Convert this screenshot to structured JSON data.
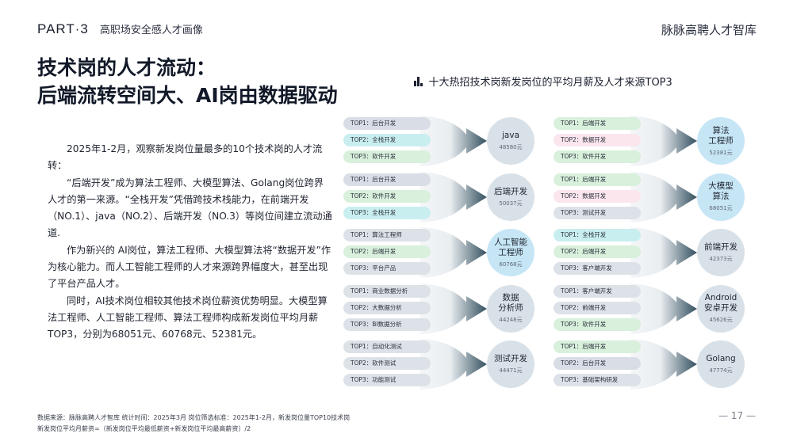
{
  "header": {
    "part": "PART·3",
    "section": "高职场安全感人才画像",
    "brand": "脉脉高聘人才智库"
  },
  "title": {
    "line1": "技术岗的人才流动：",
    "line2": "后端流转空间大、AI岗由数据驱动"
  },
  "body": {
    "paragraphs": [
      "2025年1-2月，观察新发岗位量最多的10个技术岗的人才流转：",
      "“后端开发”成为算法工程师、大模型算法、Golang岗位跨界人才的第一来源。“全栈开发”凭借跨技术栈能力，在前端开发（NO.1）、java（NO.2）、后端开发（NO.3）等岗位间建立流动通道.",
      "作为新兴的 AI岗位，算法工程师、大模型算法将“数据开发”作为核心能力。而人工智能工程师的人才来源跨界幅度大，甚至出现了平台产品人才。",
      "同时，AI技术岗位相较其他技术岗位薪资优势明显。大模型算法工程师、人工智能工程师、算法工程师构成新发岗位平均月薪TOP3，分别为68051元、60768元、52381元。"
    ]
  },
  "chart": {
    "title": "十大热招技术岗新发岗位的平均月薪及人才来源TOP3",
    "colors": {
      "backend": "#d9dee6",
      "fullstack": "#c9eef0",
      "software": "#d8f0dc",
      "data": "#fbe6ee",
      "grey": "#dde2e8",
      "circle_grey": "#d9e1e8",
      "circle_blue": "#c6e6f6",
      "arrow_dark": "#34505f",
      "arrow_light": "#f4f6f8"
    },
    "groups": [
      {
        "job": "java",
        "salary": "48580元",
        "highlight": false,
        "sources": [
          {
            "rank": "TOP1",
            "name": "后台开发",
            "color": "backend"
          },
          {
            "rank": "TOP2",
            "name": "全栈开发",
            "color": "fullstack"
          },
          {
            "rank": "TOP3",
            "name": "软件开发",
            "color": "software"
          }
        ]
      },
      {
        "job": "后端开发",
        "salary": "50037元",
        "highlight": false,
        "sources": [
          {
            "rank": "TOP1",
            "name": "后台开发",
            "color": "backend"
          },
          {
            "rank": "TOP2",
            "name": "软件开发",
            "color": "software"
          },
          {
            "rank": "TOP3",
            "name": "全栈开发",
            "color": "fullstack"
          }
        ]
      },
      {
        "job": "人工智能\n工程师",
        "salary": "60768元",
        "highlight": true,
        "sources": [
          {
            "rank": "TOP1",
            "name": "算法工程师",
            "color": "grey"
          },
          {
            "rank": "TOP2",
            "name": "后端开发",
            "color": "software"
          },
          {
            "rank": "TOP3",
            "name": "平台产品",
            "color": "grey"
          }
        ]
      },
      {
        "job": "数据\n分析师",
        "salary": "44248元",
        "highlight": false,
        "sources": [
          {
            "rank": "TOP1",
            "name": "商业数据分析",
            "color": "grey"
          },
          {
            "rank": "TOP2",
            "name": "大数据分析",
            "color": "grey"
          },
          {
            "rank": "TOP3",
            "name": "BI数据分析",
            "color": "grey"
          }
        ]
      },
      {
        "job": "测试开发",
        "salary": "44471元",
        "highlight": false,
        "sources": [
          {
            "rank": "TOP1",
            "name": "自动化测试",
            "color": "grey"
          },
          {
            "rank": "TOP2",
            "name": "软件测试",
            "color": "grey"
          },
          {
            "rank": "TOP3",
            "name": "功能测试",
            "color": "grey"
          }
        ]
      },
      {
        "job": "算法\n工程师",
        "salary": "52381元",
        "highlight": true,
        "sources": [
          {
            "rank": "TOP1",
            "name": "后端开发",
            "color": "software"
          },
          {
            "rank": "TOP2",
            "name": "数据开发",
            "color": "data"
          },
          {
            "rank": "TOP3",
            "name": "软件开发",
            "color": "software"
          }
        ]
      },
      {
        "job": "大模型\n算法",
        "salary": "68051元",
        "highlight": true,
        "sources": [
          {
            "rank": "TOP1",
            "name": "后端开发",
            "color": "software"
          },
          {
            "rank": "TOP2",
            "name": "数据开发",
            "color": "data"
          },
          {
            "rank": "TOP3",
            "name": "测试开发",
            "color": "grey"
          }
        ]
      },
      {
        "job": "前端开发",
        "salary": "42373元",
        "highlight": false,
        "sources": [
          {
            "rank": "TOP1",
            "name": "全栈开发",
            "color": "fullstack"
          },
          {
            "rank": "TOP2",
            "name": "后端开发",
            "color": "software"
          },
          {
            "rank": "TOP3",
            "name": "客户端开发",
            "color": "grey"
          }
        ]
      },
      {
        "job": "Android\n安卓开发",
        "salary": "45626元",
        "highlight": false,
        "sources": [
          {
            "rank": "TOP1",
            "name": "客户端开发",
            "color": "grey"
          },
          {
            "rank": "TOP2",
            "name": "前端开发",
            "color": "grey"
          },
          {
            "rank": "TOP3",
            "name": "软件开发",
            "color": "software"
          }
        ]
      },
      {
        "job": "Golang",
        "salary": "47774元",
        "highlight": false,
        "sources": [
          {
            "rank": "TOP1",
            "name": "后端开发",
            "color": "software"
          },
          {
            "rank": "TOP2",
            "name": "后台开发",
            "color": "backend"
          },
          {
            "rank": "TOP3",
            "name": "基础架构研发",
            "color": "grey"
          }
        ]
      }
    ]
  },
  "footnote": {
    "line1": "数据来源：脉脉高聘人才智库      统计时间：2025年3月   岗位筛选标准：2025年1-2月，新发岗位量TOP10技术岗",
    "line2": "新发岗位平均月薪资=（新发岗位平均最低薪资+新发岗位平均最高薪资）/2"
  },
  "page_number": "— 17 —"
}
